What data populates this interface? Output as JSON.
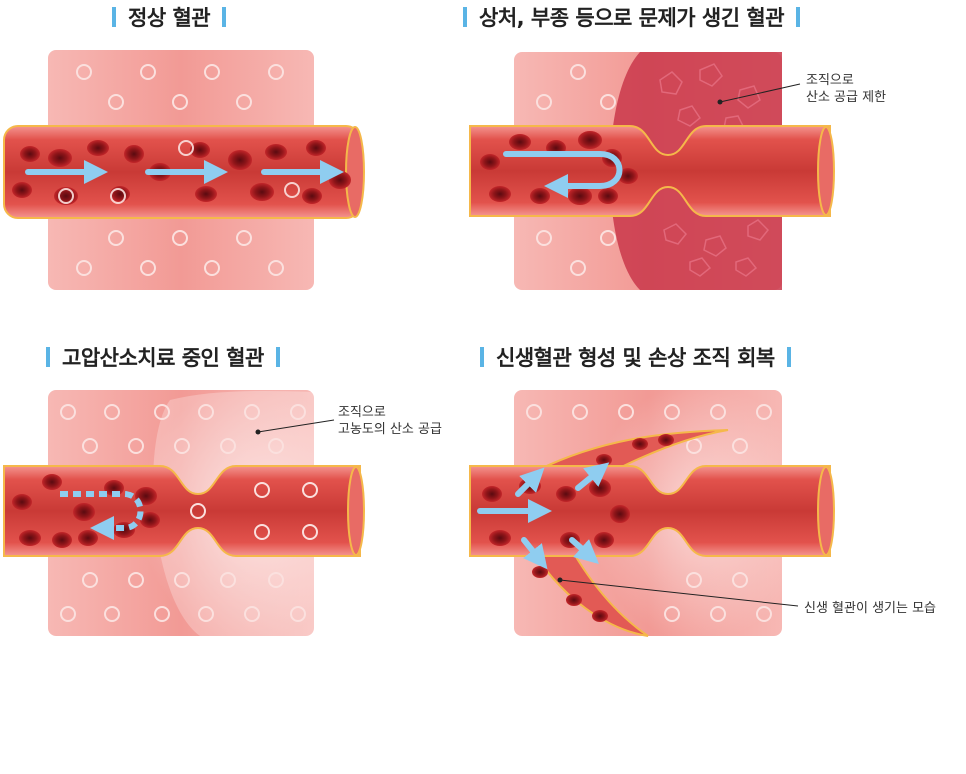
{
  "panels": [
    {
      "title": "정상 혈관"
    },
    {
      "title": "상처, 부종 등으로 문제가 생긴 혈관",
      "note": [
        "조직으로",
        "산소 공급 제한"
      ]
    },
    {
      "title": "고압산소치료 중인 혈관",
      "note": [
        "조직으로",
        "고농도의 산소 공급"
      ]
    },
    {
      "title": "신생혈관 형성 및 손상 조직 회복",
      "note": [
        "신생 혈관이 생기는 모습"
      ]
    }
  ],
  "colors": {
    "tissue": "#f4a6a2",
    "vessel": "#d8443f",
    "vessel_light": "#f08a84",
    "cell": "#9e1a1e",
    "arrow": "#8fcdf0",
    "outline": "#f5b84a",
    "damage": "#b52a3a"
  }
}
